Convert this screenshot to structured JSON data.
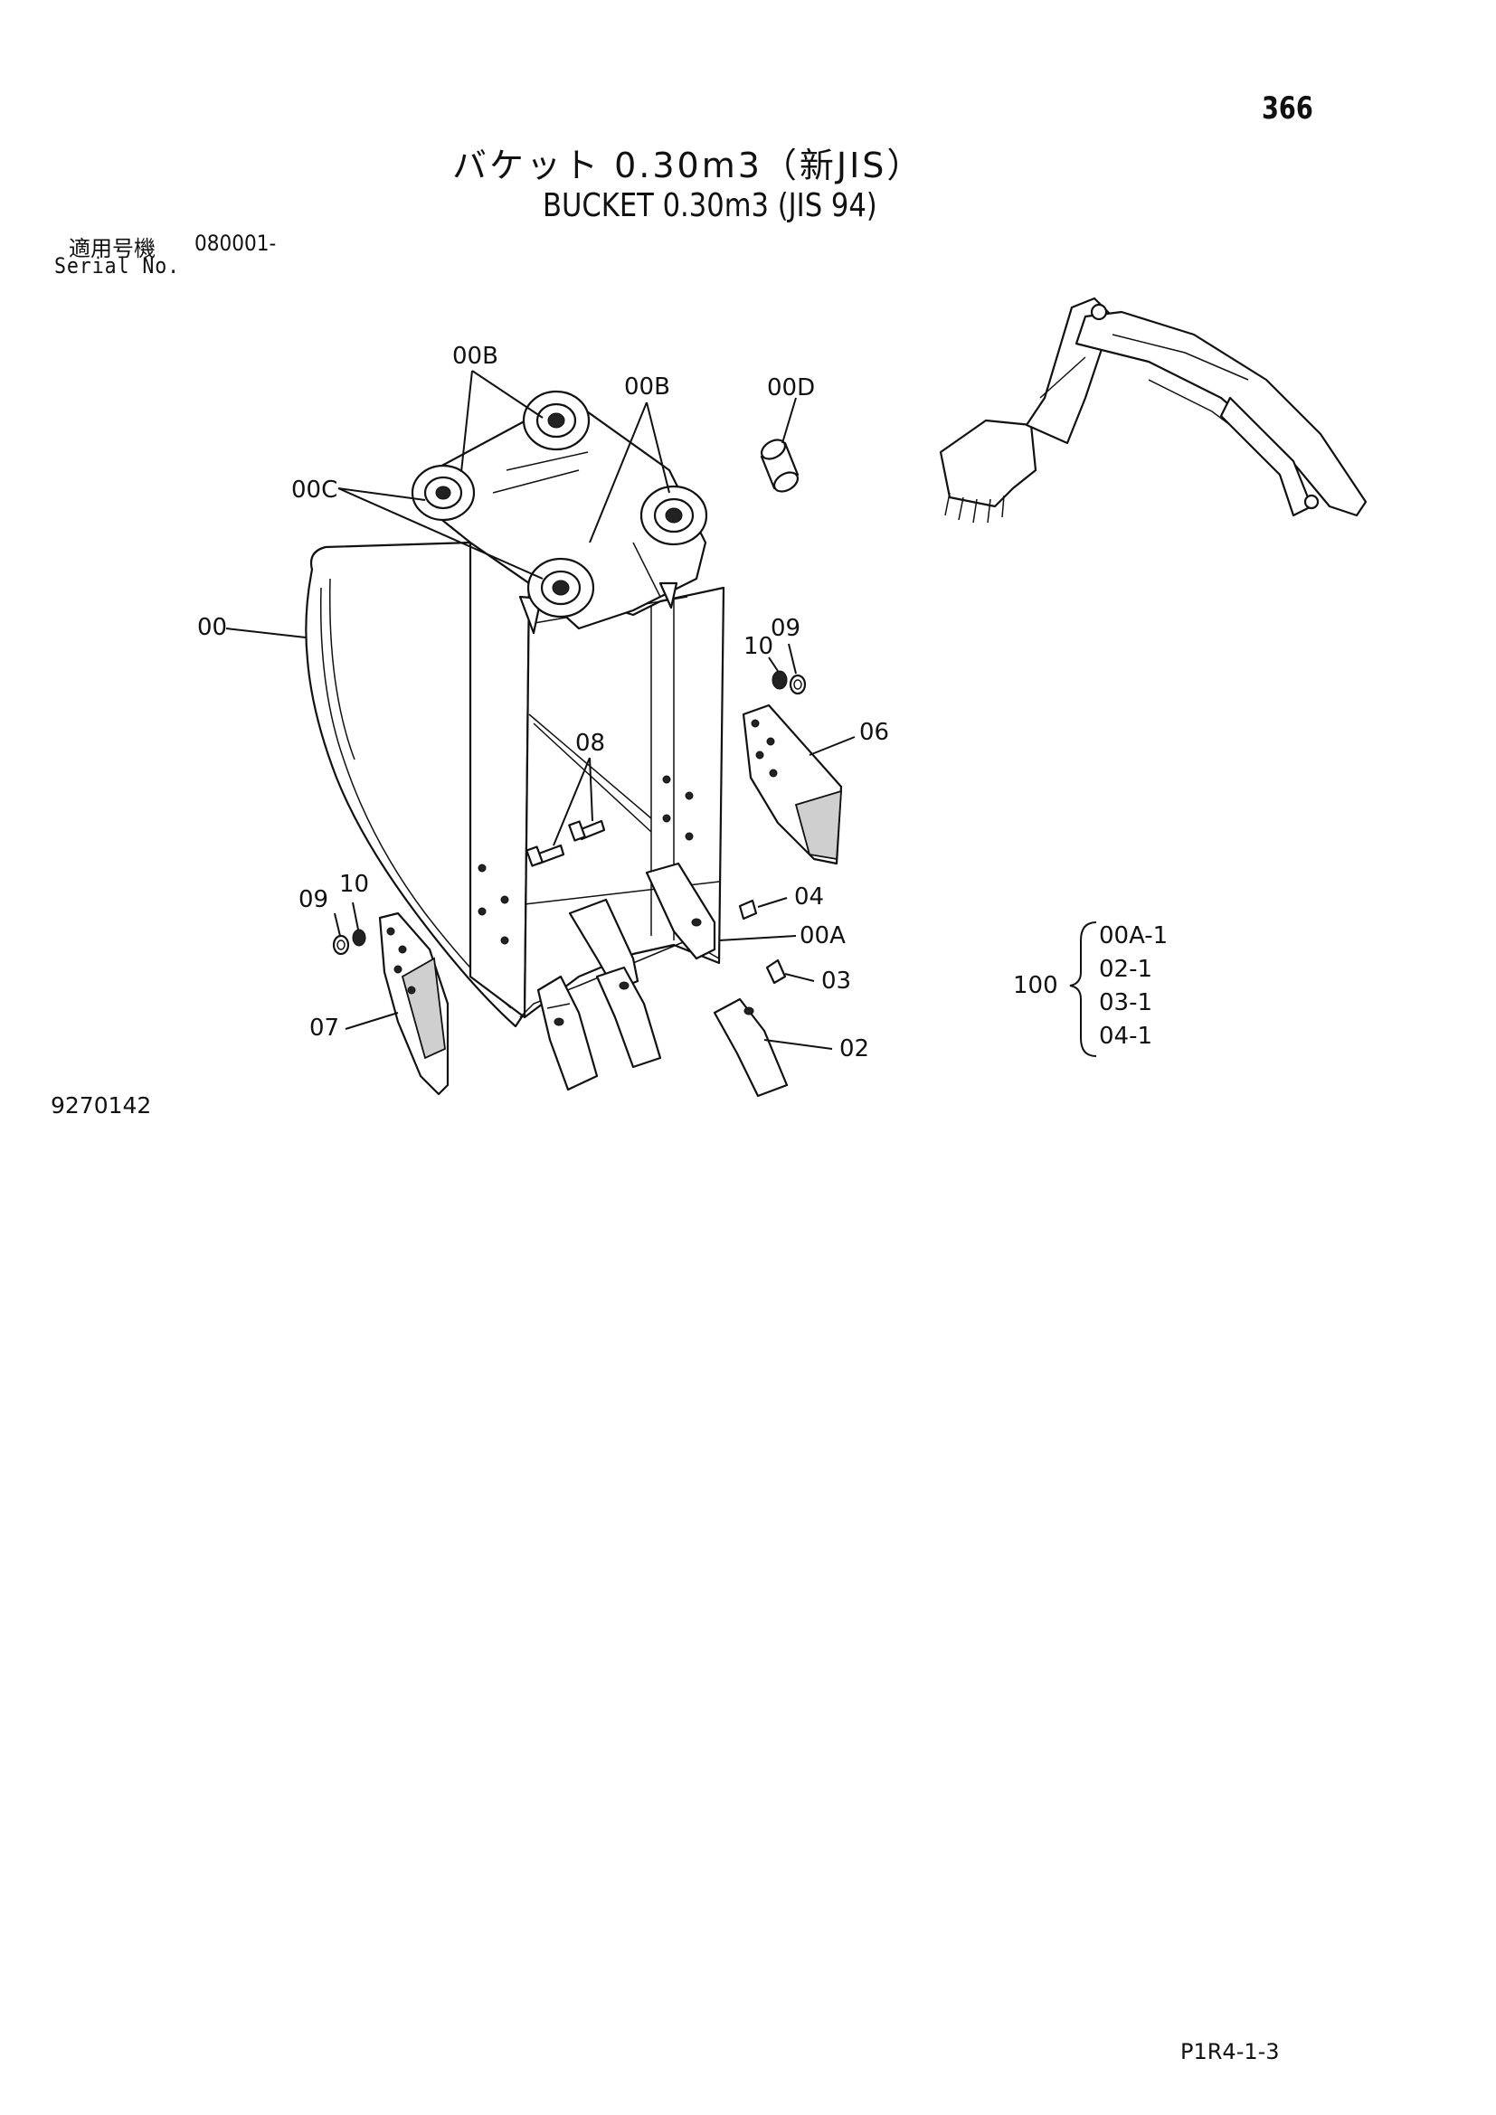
{
  "page": {
    "page_number": "366",
    "title_jp": "バケット 0.30m3（新JIS）",
    "title_en": "BUCKET 0.30m3 (JIS 94)",
    "serial_label_jp": "適用号機",
    "serial_label_en": "Serial No.",
    "serial_value": "080001-",
    "figure_number": "9270142",
    "footer_code": "P1R4-1-3"
  },
  "callouts": {
    "c_00": "00",
    "c_00A": "00A",
    "c_00B_left": "00B",
    "c_00B_right": "00B",
    "c_00C": "00C",
    "c_00D": "00D",
    "c_02": "02",
    "c_03": "03",
    "c_04": "04",
    "c_06": "06",
    "c_07": "07",
    "c_08": "08",
    "c_09_right": "09",
    "c_10_right": "10",
    "c_09_left": "09",
    "c_10_left": "10"
  },
  "kit": {
    "number": "100",
    "items": [
      "00A-1",
      "02-1",
      "03-1",
      "04-1"
    ]
  }
}
